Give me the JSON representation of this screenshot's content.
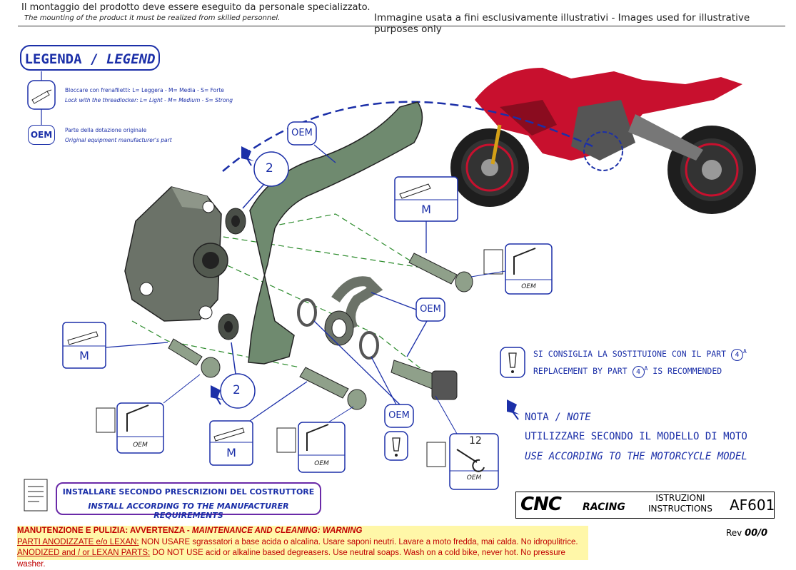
{
  "header": {
    "line_it": "Il montaggio del prodotto deve essere eseguito da personale specializzato.",
    "line_en": "The mounting of the product it must be realized from skilled personnel.",
    "illustrative": "Immagine usata a fini esclusivamente illustrativi - Images used for illustrative purposes only"
  },
  "legend": {
    "title_it": "LEGENDA /",
    "title_en": "LEGEND",
    "threadlocker_it": "Bloccare con frenafiletti: L= Leggera - M= Media - S= Forte",
    "threadlocker_en": "Lock with the threadlocker: L= Light - M= Medium - S= Strong",
    "oem_label": "OEM",
    "oem_it": "Parte della dotazione originale",
    "oem_en": "Original equipment manufacturer's part"
  },
  "callouts": {
    "oem": "OEM",
    "m": "M",
    "num_2": "2",
    "num_12": "12"
  },
  "replacement": {
    "it_prefix": "SI CONSIGLIA LA SOSTITUIONE CON IL PART",
    "en_prefix": "REPLACEMENT BY PART",
    "en_suffix": "IS RECOMMENDED",
    "part_number": "4",
    "part_sup": "A"
  },
  "note": {
    "title_it": "NOTA /",
    "title_en": "NOTE",
    "line_it": "UTILIZZARE SECONDO IL MODELLO DI MOTO",
    "line_en": "USE ACCORDING TO THE MOTORCYCLE MODEL"
  },
  "install": {
    "line_it": "INSTALLARE SECONDO PRESCRIZIONI DEL COSTRUTTORE",
    "line_en": "INSTALL ACCORDING TO THE MANUFACTURER REQUIREMENTS"
  },
  "maintenance": {
    "title_it": "MANUTENZIONE E PULIZIA: AVVERTENZA -",
    "title_en": "MAINTENANCE AND CLEANING: WARNING",
    "it_label": "PARTI ANODIZZATE  e/o LEXAN:",
    "it_text": " NON USARE sgrassatori a base acida o alcalina. Usare saponi neutri. Lavare a moto fredda, mai calda. No idropulitrice.",
    "en_label": "ANODIZED and / or LEXAN PARTS:",
    "en_text": " DO NOT USE acid or alkaline based degreasers. Use neutral soaps. Wash on a cold bike, never hot. No pressure washer."
  },
  "titleblock": {
    "brand": "CNC",
    "brand_sub": "RACING",
    "istruzioni": "ISTRUZIONI",
    "instructions": "INSTRUCTIONS",
    "code": "AF601",
    "rev_label": "Rev",
    "rev_value": "00/0"
  },
  "colors": {
    "blue": "#1b2fa8",
    "green_part": "#5f7a5f",
    "red_bike": "#c8102e",
    "warning_bg": "#fff7a8",
    "warning_text": "#c00000"
  }
}
